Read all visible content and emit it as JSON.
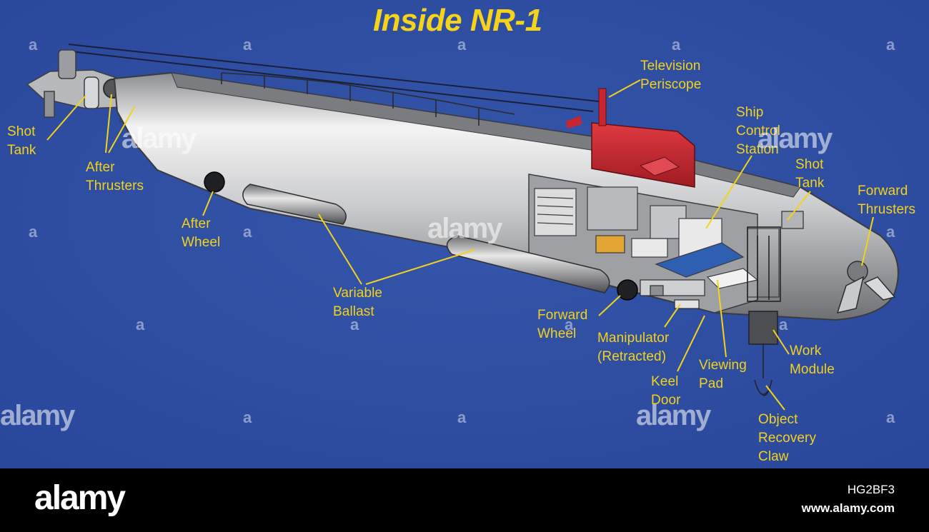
{
  "title": "Inside NR-1",
  "labels": {
    "shot_tank_aft": [
      "Shot",
      "Tank"
    ],
    "after_thrusters": [
      "After",
      "Thrusters"
    ],
    "after_wheel": [
      "After",
      "Wheel"
    ],
    "variable_ballast": [
      "Variable",
      "Ballast"
    ],
    "television_periscope": [
      "Television",
      "Periscope"
    ],
    "ship_control_station": [
      "Ship",
      "Control",
      "Station"
    ],
    "shot_tank_fwd": [
      "Shot",
      "Tank"
    ],
    "forward_thrusters": [
      "Forward",
      "Thrusters"
    ],
    "forward_wheel": [
      "Forward",
      "Wheel"
    ],
    "manipulator": [
      "Manipulator",
      "(Retracted)"
    ],
    "keel_door": [
      "Keel",
      "Door"
    ],
    "viewing_pad": [
      "Viewing",
      "Pad"
    ],
    "work_module": [
      "Work",
      "Module"
    ],
    "object_recovery_claw": [
      "Object",
      "Recovery",
      "Claw"
    ]
  },
  "watermark": {
    "brand": "alamy",
    "small": "a"
  },
  "footer": {
    "logo": "alamy",
    "image_id": "HG2BF3",
    "url": "www.alamy.com"
  },
  "colors": {
    "background": "#2f4fa2",
    "label": "#f2d21b",
    "hull": "#c7c8ca",
    "sail": "#c8252f"
  }
}
